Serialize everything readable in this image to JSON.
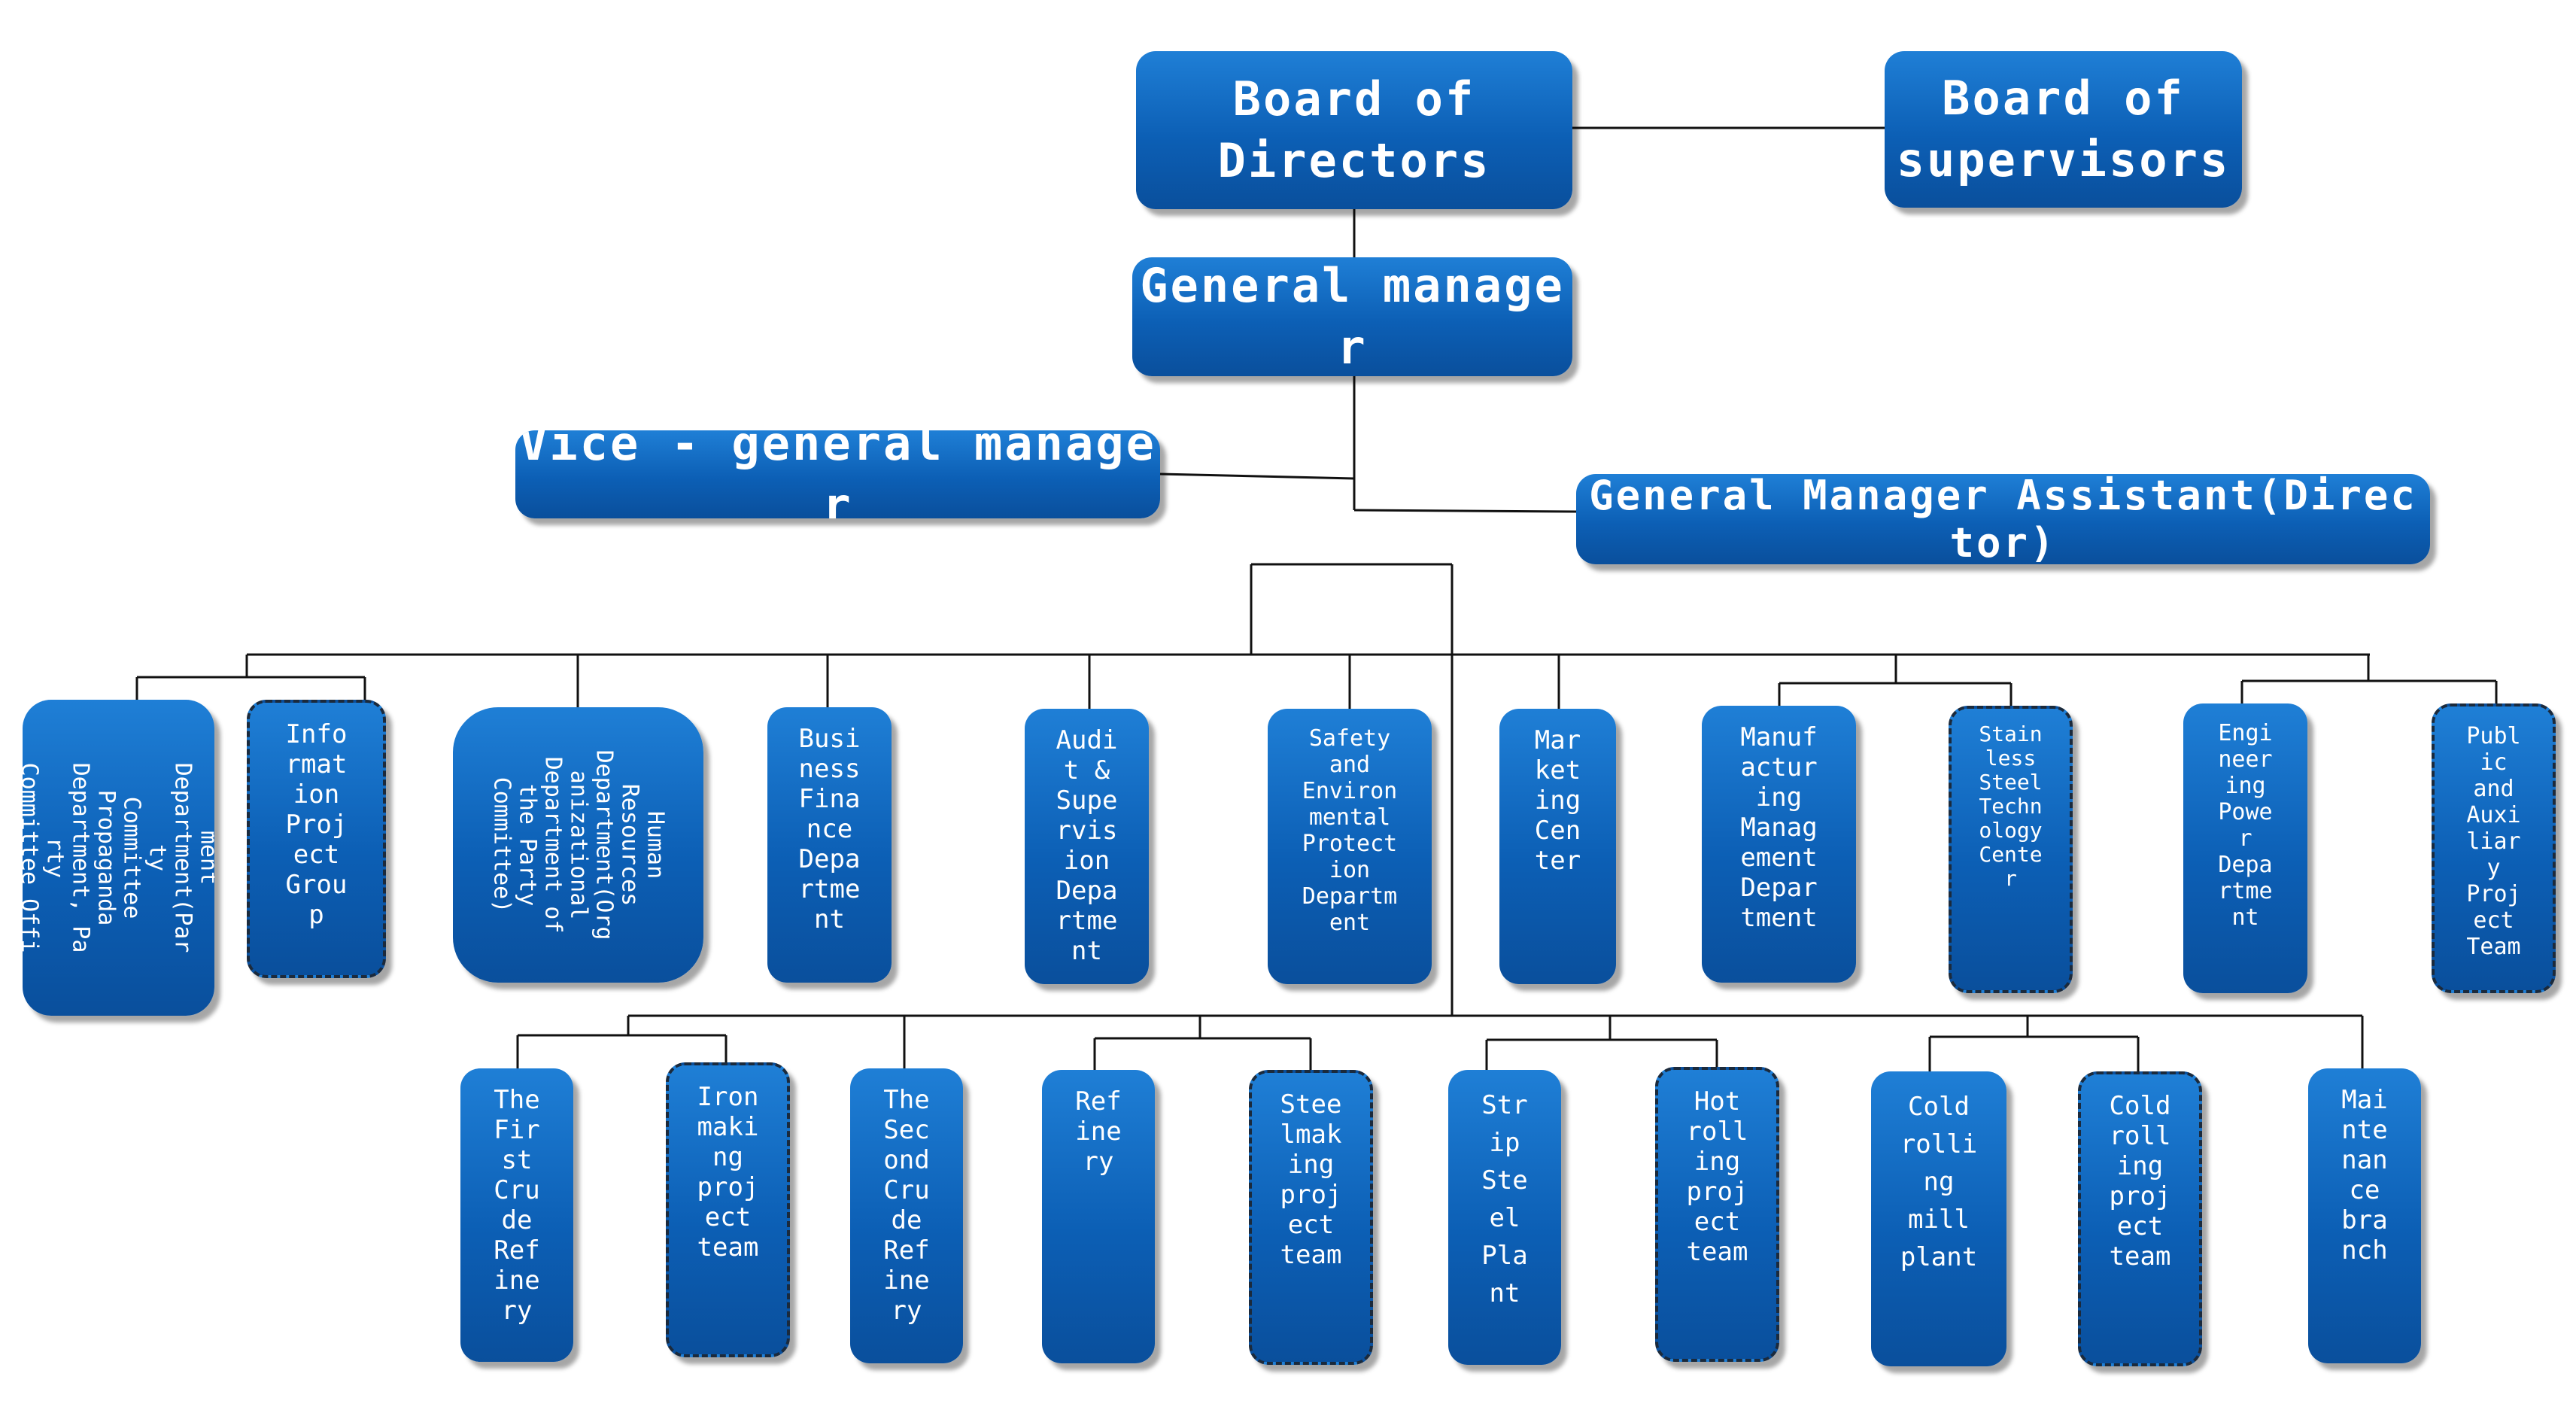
{
  "top": {
    "board_directors": "Board of\nDirectors",
    "board_supervisors": "Board of\nsupervisors",
    "general_manager": "General manager",
    "vice_gm": "Vice - general manager",
    "gm_assistant": "General Manager Assistant(Director)"
  },
  "departments": {
    "general_management": "General Management\nDepartment(Party\nCommittee\nPropaganda\nDepartment, Party\nCommittee Office)",
    "information_project": "Info\nrmat\nion\nProj\nect\nGrou\np",
    "human_resources": "Human\nResources\nDepartment(Org\nanizational\nDepartment of\nthe Party\nCommittee)",
    "business_finance": "Busi\nness\nFina\nnce\nDepa\nrtme\nnt",
    "audit_supervision": "Audi\nt &\nSupe\nrvis\nion\nDepa\nrtme\nnt",
    "safety_environmental": "Safety\nand\nEnviron\nmental\nProtect\nion\nDepartm\nent",
    "marketing_center": "Mar\nket\ning\nCen\nter",
    "manufacturing_management": "Manuf\nactur\ning\nManag\nement\nDepar\ntment",
    "stainless_steel_tech": "Stain\nless\nSteel\nTechn\nology\nCente\nr",
    "engineering_power": "Engi\nneer\ning\nPowe\nr\nDepa\nrtme\nnt",
    "public_auxiliary": "Publ\nic\nand\nAuxi\nliar\ny\nProj\nect\nTeam"
  },
  "units": {
    "first_crude_refinery": "The\nFir\nst\nCru\nde\nRef\nine\nry",
    "ironmaking_project": "Iron\nmaki\nng\nproj\nect\nteam",
    "second_crude_refinery": "The\nSec\nond\nCru\nde\nRef\nine\nry",
    "refinery": "Ref\nine\nry",
    "steelmaking_project": "Stee\nlmak\ning\nproj\nect\nteam",
    "strip_steel_plant": "Str\nip\nSte\nel\nPla\nnt",
    "hot_rolling_project": "Hot\nroll\ning\nproj\nect\nteam",
    "cold_rolling_mill": "Cold\nrolli\nng\nmill\nplant",
    "cold_rolling_project": "Cold\nroll\ning\nproj\nect\nteam",
    "maintenance_branch": "Mai\nnte\nnan\nce\nbra\nnch"
  }
}
